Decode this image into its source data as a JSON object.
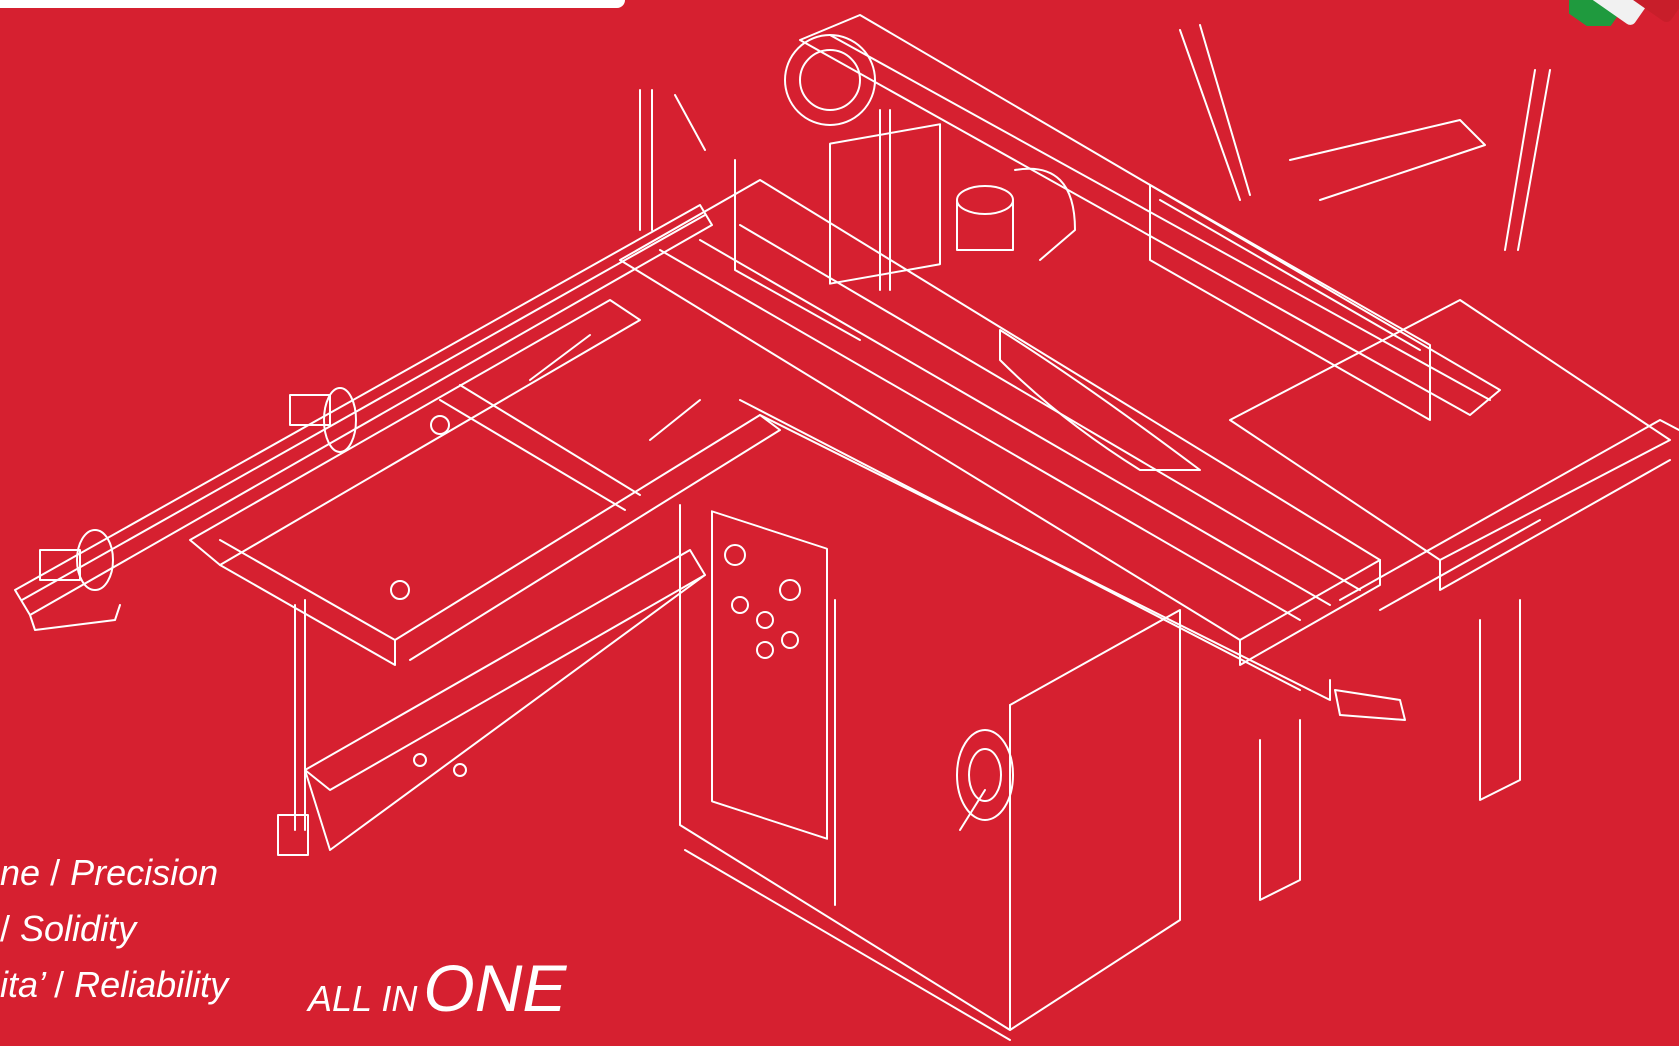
{
  "taglines": [
    {
      "italian": "ne",
      "english": "Precision"
    },
    {
      "italian": "",
      "english": "Solidity"
    },
    {
      "italian": "ita’",
      "english": "Reliability"
    }
  ],
  "slogan": {
    "small": "ALL IN",
    "big": "ONE"
  },
  "colors": {
    "background": "#d62030",
    "line": "#ffffff",
    "flag_green": "#1f9a3e",
    "flag_white": "#f1f1f1",
    "flag_red": "#c81e2a"
  },
  "icons": [
    "italian-flag-corner",
    "woodworking-machine-illustration"
  ]
}
